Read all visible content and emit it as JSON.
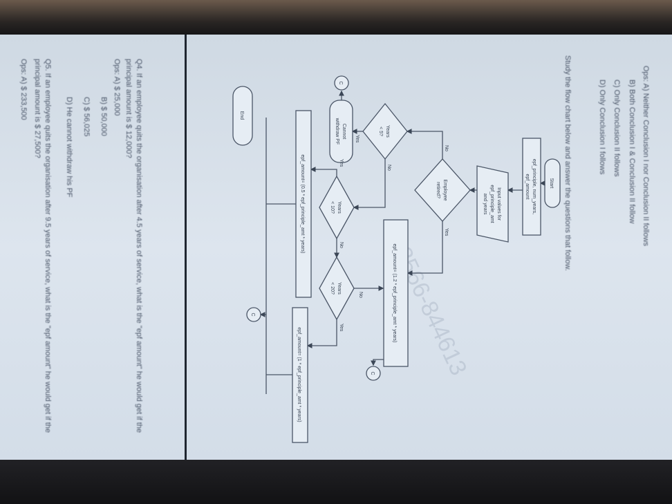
{
  "previous_question": {
    "options": [
      "Ops: A) Neither Conclusion I nor Conclusion II follows",
      "B) Both Conclusion I & Conclusion II follow",
      "C) Only Conclusion II follows",
      "D) Only Conclusion I follows"
    ]
  },
  "instruction": "Study the flow chart below and answer the questions that follow.",
  "flowchart": {
    "start": "Start",
    "declare": [
      "epf_principle, num_years,",
      "epf_amount"
    ],
    "input": [
      "Input values for",
      "epf_principle_amt",
      "and years"
    ],
    "retired": [
      "Employee",
      "retired?"
    ],
    "years5": [
      "Years",
      "< 5?"
    ],
    "years10": [
      "Years",
      "< 10?"
    ],
    "years20": [
      "Years",
      "< 20?"
    ],
    "cannot": [
      "Cannot",
      "withdraw PF"
    ],
    "box12": "epf_amount= (1.2 * epf_principle_amt * years)",
    "box05": "epf_amount= (0.5 * epf_principle_amt * years)",
    "box10": "epf_amount= (1 * epf_principle_amt * years)",
    "connector": "C",
    "end": "End",
    "yes": "Yes",
    "no": "No"
  },
  "watermark": "2566-844613",
  "q4": {
    "text": "Q4. If an employee quits the organisation after 4.5 years of service, what is the \"epf amount\" he would get if the",
    "text2": "principal amount is $ 12,000?",
    "options": [
      "Ops: A) $ 25,000",
      "B) $ 50,000",
      "C) $ 56,025",
      "D) He cannot withdraw his PF"
    ]
  },
  "q5": {
    "text": "Q5. If an employee quits the organisation after 9.5 years of service, what is the \"epf amount\" he would get if the",
    "text2": "principal amount is $ 27,500?",
    "options": [
      "Ops: A) $ 233,500"
    ]
  }
}
